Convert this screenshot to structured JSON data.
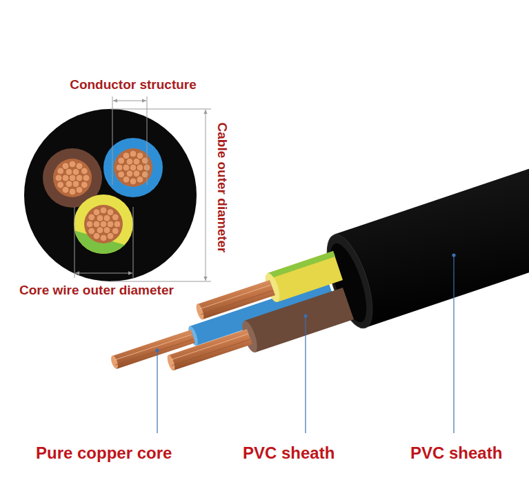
{
  "diagram": {
    "labels": [
      "Conductor structure",
      "Cable outer diameter",
      "Core wire outer diameter",
      "Pure copper core",
      "PVC sheath",
      "PVC sheath"
    ]
  }
}
